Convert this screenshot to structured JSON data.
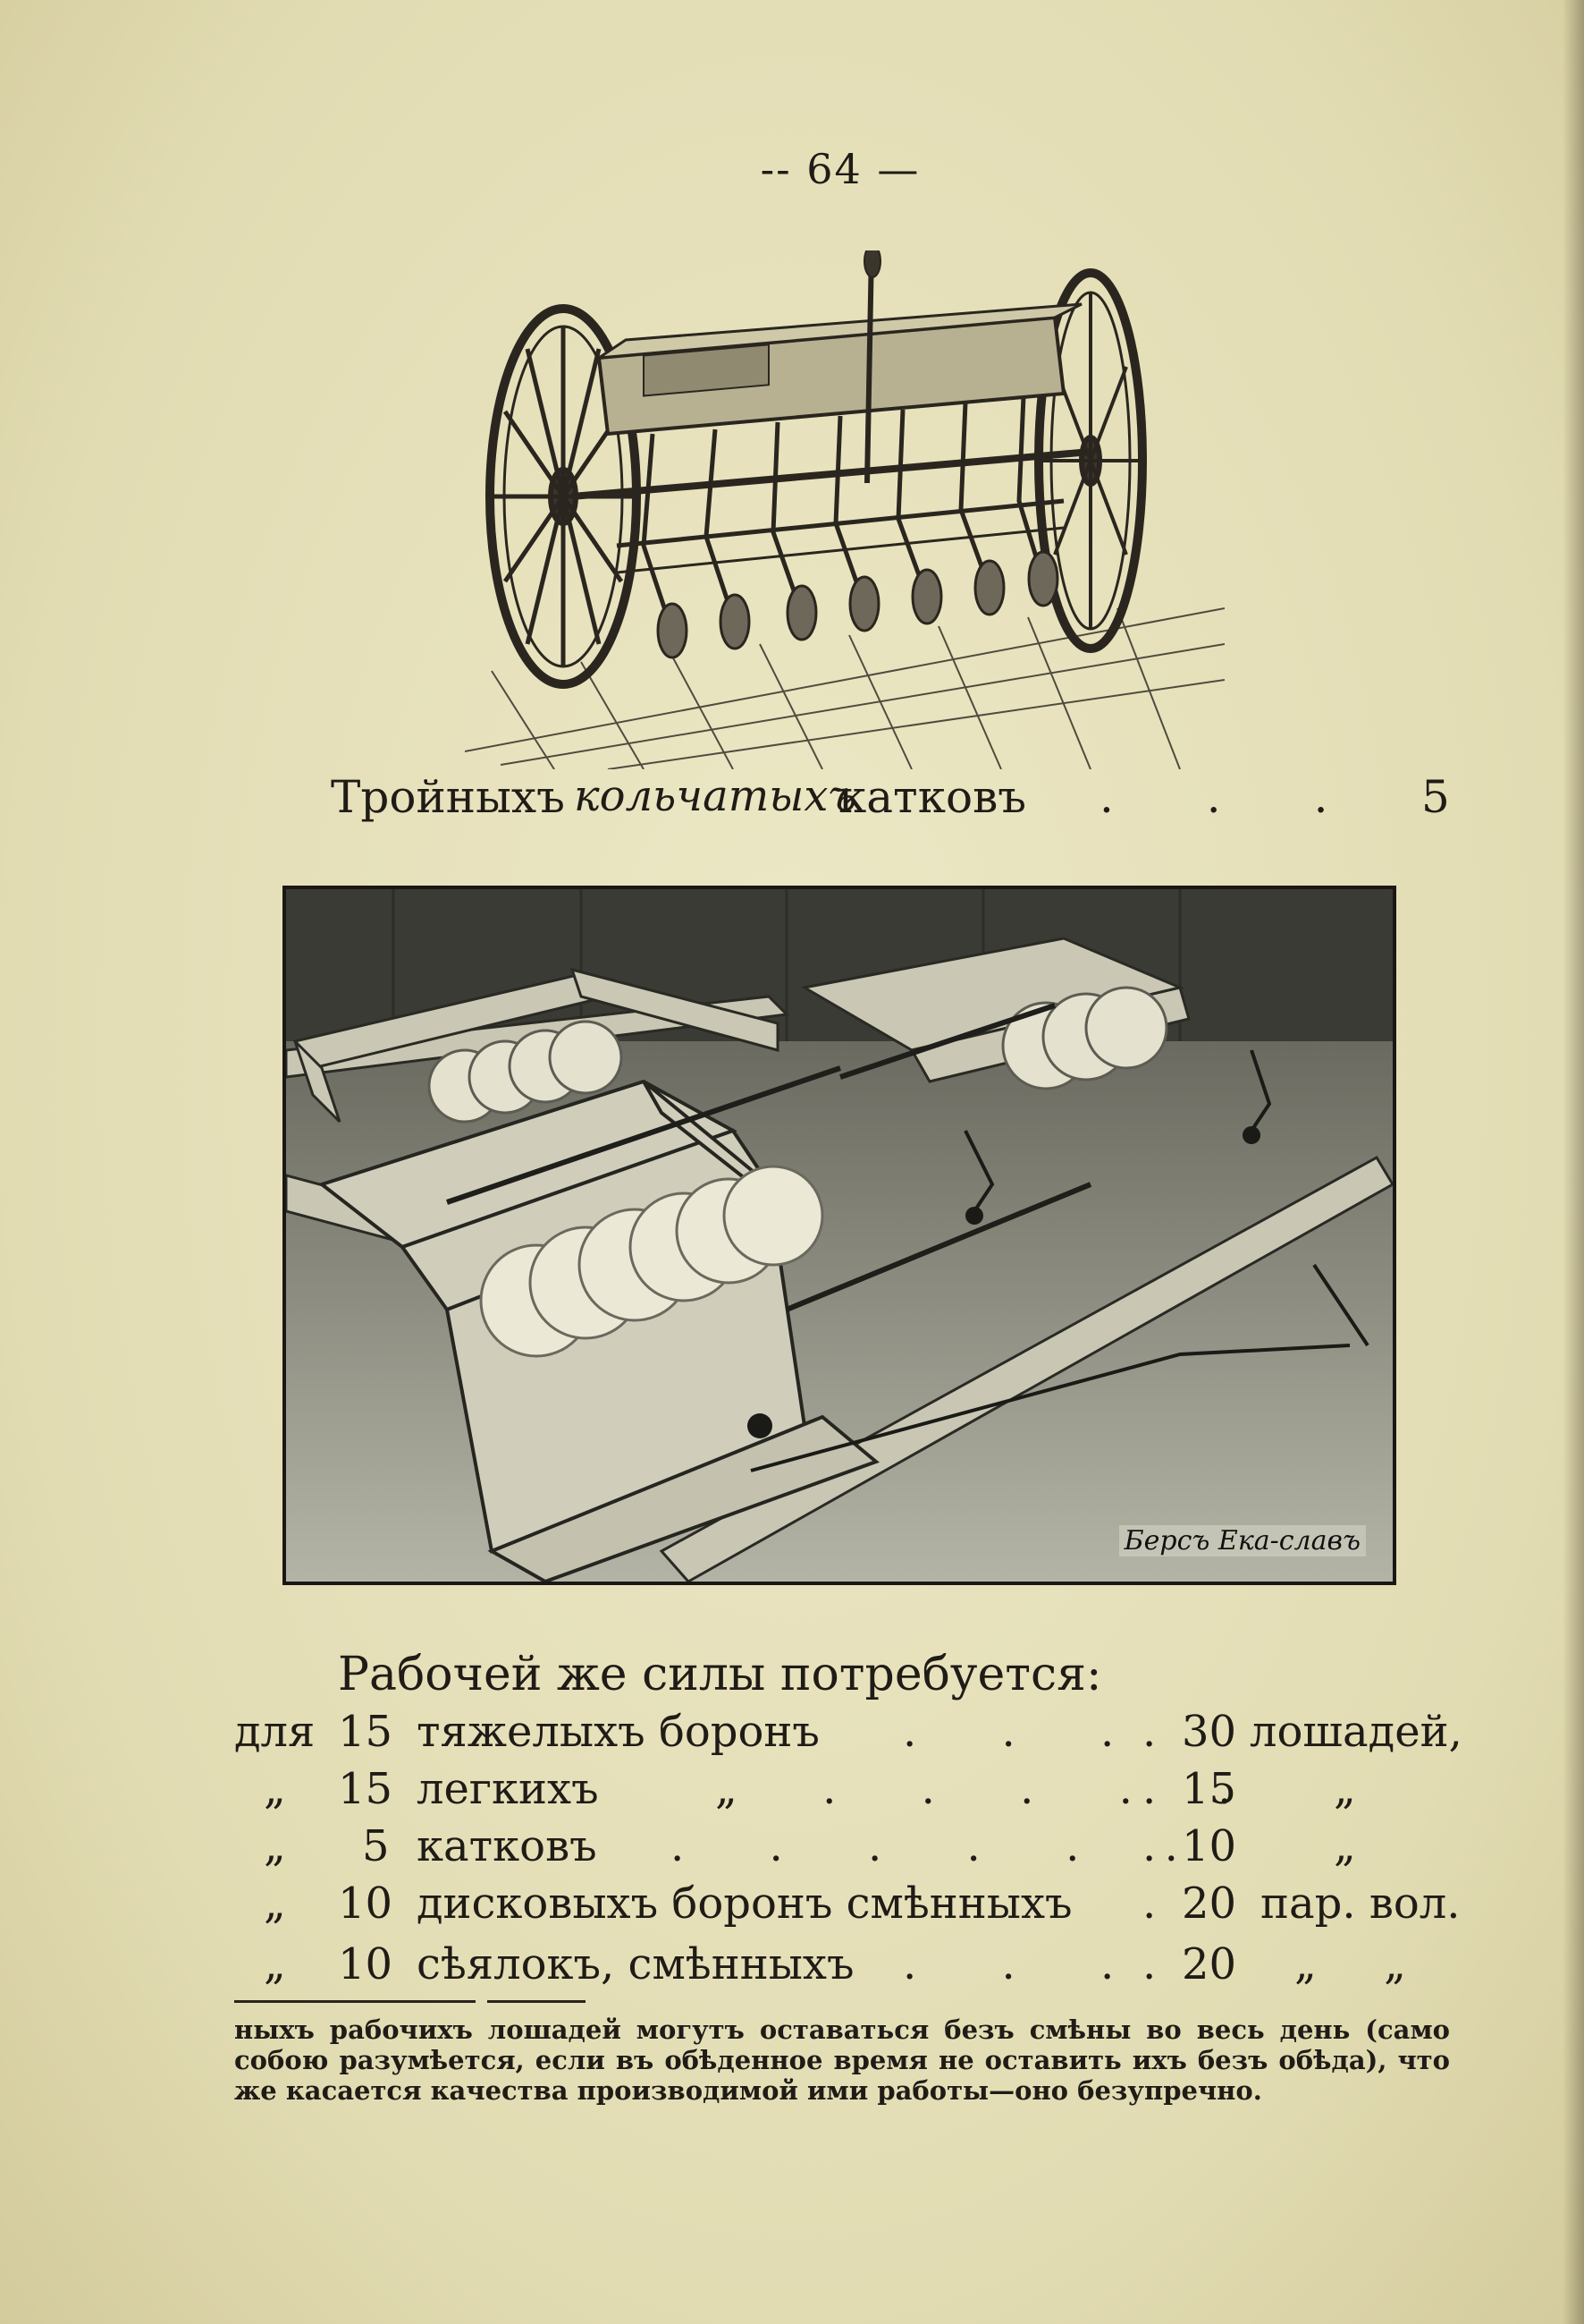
{
  "page_number": "-- 64 —",
  "caption": {
    "word1": "Тройныхъ",
    "word2": "кольчатыхъ",
    "word3": "катковъ",
    "dots": ". . .",
    "number": "5"
  },
  "photo_signature": "Берсъ Ека-славъ",
  "requirements": {
    "heading": "Рабочей же силы потребуется:",
    "rows": [
      {
        "prefix": "для",
        "qty": "15",
        "item": "тяжелыхъ боронъ",
        "dots": ". . .",
        "lead": ".",
        "value": "30",
        "unit": "лошадей,"
      },
      {
        "prefix": "„",
        "qty": "15",
        "item": "легкихъ",
        "dots": "„ . . . . .",
        "lead": ".",
        "value": "15",
        "unit": "„"
      },
      {
        "prefix": "„",
        "qty": "5",
        "item": "катковъ",
        "dots": ". . . . . .",
        "lead": ".",
        "value": "10",
        "unit": "„"
      },
      {
        "prefix": "„",
        "qty": "10",
        "item": "дисковыхъ боронъ смѣнныхъ",
        "dots": "",
        "lead": ".",
        "value": "20",
        "unit": "пар. вол."
      },
      {
        "prefix": "„",
        "qty": "10",
        "item": "сѣялокъ, смѣнныхъ",
        "dots": ". . .",
        "lead": ".",
        "value": "20",
        "unit": "„ „"
      }
    ]
  },
  "footnote": "ныхъ рабочихъ лошадей могутъ оставаться безъ смѣны во весь день (само собою разумѣется, если въ обѣденное время не оставить ихъ безъ обѣда), что же касается качества производимой ими работы—оно безупречно."
}
